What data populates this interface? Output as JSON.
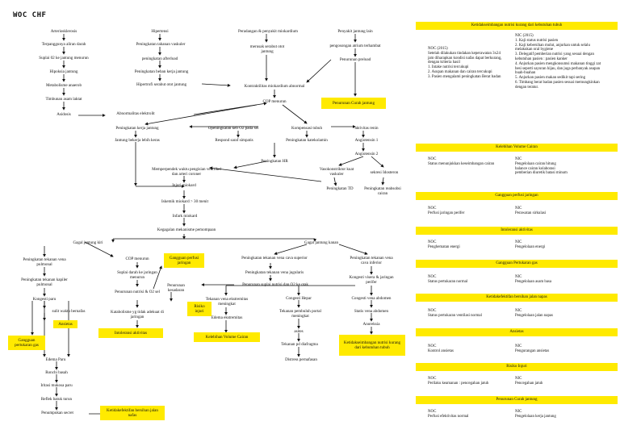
{
  "title": "WOC CHF",
  "nodes": {
    "arteriosklerosis": "Arteriosklerosis",
    "penyempitan": "Terpanggunya aliran darah",
    "suplai_o2": "Suplai 02 ke jantung menurun",
    "hipoksia": "Hipoksia jantung",
    "metabolisme": "Metabolisme anaerob",
    "timbunan": "Timbunan asam laktat",
    "asidosis": "Asidosis",
    "hipertensi": "Hipertensi",
    "tahanan_vaskuler": "Peningkatan tahanan vaskuler",
    "afterload": "peningkatan afterload",
    "beban_kerja": "Peningkatan beban kerja jantung",
    "hipertrofi": "Hipertrofi serabut otot jantung",
    "peradangan": "Peradangan & penyakit miokardium",
    "merusak": "merusak serabut otot jantung",
    "penyakit_lain": "Penyakit jantung lain",
    "pengosongan": "pengosongan atrium terhambat",
    "preload": "Penurunan preload",
    "kontraktilitas": "Kontraktilitas miokardium abnormal",
    "cop_menurun": "COP menurun",
    "abnormalitas": "Abnormalitas elektrolit",
    "pcj_highlight": "Penurunan Curah jantung",
    "kerja_jantung": "Peningkatan kerja jantung",
    "bekerja_keras": "Jantung bekerja lebih keras",
    "openingkatan": "Openingkatan keb O2 pada sel",
    "respond": "Respond saraf simpatis",
    "kompensasi": "Kompensasi tubuh",
    "katekolamin": "Peningkatan katekolamin",
    "aktivitas_renin": "aktivitas renin",
    "angiotensin1": "Angiotensin 1",
    "angiotensin2": "Angiotensin 2",
    "hr": "Peningkatan HR",
    "memperpendek": "Memperpendek waktu pengisian ventrikel dan arteri coroner",
    "vasokonstriktor": "Vasokonstriktor kuat vaskuler",
    "sekresi": "sekresi Idosteron",
    "injuri": "Injuri miokard",
    "td": "Peningkatan TD",
    "reabsorbsi": "Peningkatan reabsobsi cairan",
    "iskemik": "Iskemik miokard > 30 menit",
    "infark": "Infark miokard",
    "kegagalan": "Kegagalan mekanisme pemompaan",
    "gagal_kiri": "Gagal jantung kiri",
    "gagal_kanan": "Gagal jantung kanan",
    "tekanan_pulmonal": "Peningkatan tekanan vena pulmonal",
    "kapiler_pulmonal": "Peningkatan tekanan kapiler pulmonal",
    "kongesti_paru": "Kongesti paru",
    "sulit_bernafas": "sulit waktu bernafas",
    "ansietas_hl": "Ansietas",
    "ggp_hl": "Gangguan pertukaran gas",
    "edema_paru": "Edema Paru",
    "ronchi": "Ronchi basah",
    "iritasi": "Iritasi mukosa paru",
    "refleks": "Reflek batuk turun",
    "penumpukan": "Penumpukan secret",
    "kbjn_hl": "Ketidakefektifan bersihan jalan nafas",
    "cop_menurun2": "COP menurun",
    "suplai_darah": "Suplai darah ke jaringan menurun",
    "penurunan_nutrisi": "Penurunan nutrisi & O2 sel",
    "katabolisme": "Katabolisme yg tidak adekuat di jaringan",
    "intoleransi_hl": "Intoleransi aktivitas",
    "perfusi_hl": "Gangguan perfusi jaringan",
    "penurunan_kesadaran": "Penurunan kesadaran",
    "risiko_injuri_hl": "Risiko injuri",
    "vena_superior": "Peningkatan tekanan vena cava superior",
    "vena_inferior": "Peningkatan tekanan vena cava inferior",
    "jugularis": "Peningkatan tekanan vena jugularis",
    "penurunan_suplai": "Penurunan suplai nutrisi dan O2 ke otak",
    "kongesti_visera": "Kongesti visera & jaringan perifer",
    "tekanan_ekstremitas": "Tekanan vena ekstremitas meningkat",
    "edema_ekstremitas": "Edema ekstremitas",
    "kvc_hl": "Kelebihan Volume Cairan",
    "kongesti_hepar": "Congesti Hepar",
    "pembuluh_portal": "Tekanan pembuluh portal meningkat",
    "asites": "asites",
    "diafragma": "Tekanan pd diafragma",
    "distress": "Distress pernafasan",
    "kongesti_abdomen": "Congesti vena abdomen",
    "statis_abdomen": "Statis vena abdomen",
    "anoreksia": "Anoreksia",
    "nutrisi_hl": "Ketidakseimbangan nutrisi kurang dari kebutuhan tubuh"
  },
  "panel": {
    "top_head": "Ketidakseimbangan nutrisi kurang dari kebutuhan tubuh",
    "top_noc_title": "NOC (2015)",
    "top_noc_text": "Setelah dilakukan tindakan keperawatan 3x24 jam diharapkan kondisi nafas dapat berkurang, dengan kriteria hasil",
    "top_noc_items": [
      "1. Intake nutrisi tercukupi",
      "2. Asupan makanan dan cairan tercukupi",
      "3. Pasien mengalami peningkatan Berat badan"
    ],
    "top_nic_title": "NIC (2015)",
    "top_nic_items": [
      "1. Kaji status nutrisi pasien",
      "2. Kaji kebersihan mulut, anjurkan untuk selalu melakukan oral hygiene",
      "3. Delegatif pemberian nutrisi yang sesuai dengan kebutuhan pasien : pasien kanker",
      "4. Anjurkan pasien mengkonsumsi makanan tinggi zat besi seperti sayuran hijau, dan juga perbanyak asupan buah-buahan",
      "5. Anjurkan pasien makan sedikit tapi sering",
      "6. Timbang berat badan pasien sesuai memungkinkan dengan teratur."
    ],
    "sections": [
      {
        "head": "Kelebihan Volume Cairan",
        "noc_label": "NOC",
        "noc": "Status menunjukkan keseimbangan cairan",
        "nic_label": "NIC",
        "nic": "Pengelolaan cairan hitung balance cairan kolaborasi pemberian diuretik batasi minum"
      },
      {
        "head": "Gangguan perfusi jaringan",
        "noc_label": "NOC",
        "noc": "Perfusi jaringan perifer",
        "nic_label": "NIC",
        "nic": "Perawatan sirkulasi"
      },
      {
        "head": "Intoleransi aktivitas",
        "noc_label": "NOC",
        "noc": "Penghematan energi",
        "nic_label": "NIC",
        "nic": "Pengelolaan energi"
      },
      {
        "head": "Gangguan Pertukaran gas",
        "noc_label": "NOC",
        "noc": "Status pertukaran normal",
        "nic_label": "NIC",
        "nic": "Pengelolaan asam basa"
      },
      {
        "head": "Ketidakefektifan bersihan jalan napas",
        "noc_label": "NOC",
        "noc": "Status pertukaran ventilasi normal",
        "nic_label": "NIC",
        "nic": "Pengelolaan jalan napas"
      },
      {
        "head": "Ansietas",
        "noc_label": "NOC",
        "noc": "Kontrol ansietas",
        "nic_label": "NIC",
        "nic": "Pengurangan ansietas"
      },
      {
        "head": "Risiko Injuri",
        "noc_label": "NOC",
        "noc": "Perilaku keamanan : pencegahan jatuh",
        "nic_label": "NIC",
        "nic": "Pencegahan jatuh"
      },
      {
        "head": "Penurunan Curah jantung",
        "noc_label": "NOC",
        "noc": "Perfusi efektivitas normal",
        "nic_label": "NIC",
        "nic": "Pengelolaan kerja jantung"
      }
    ]
  }
}
